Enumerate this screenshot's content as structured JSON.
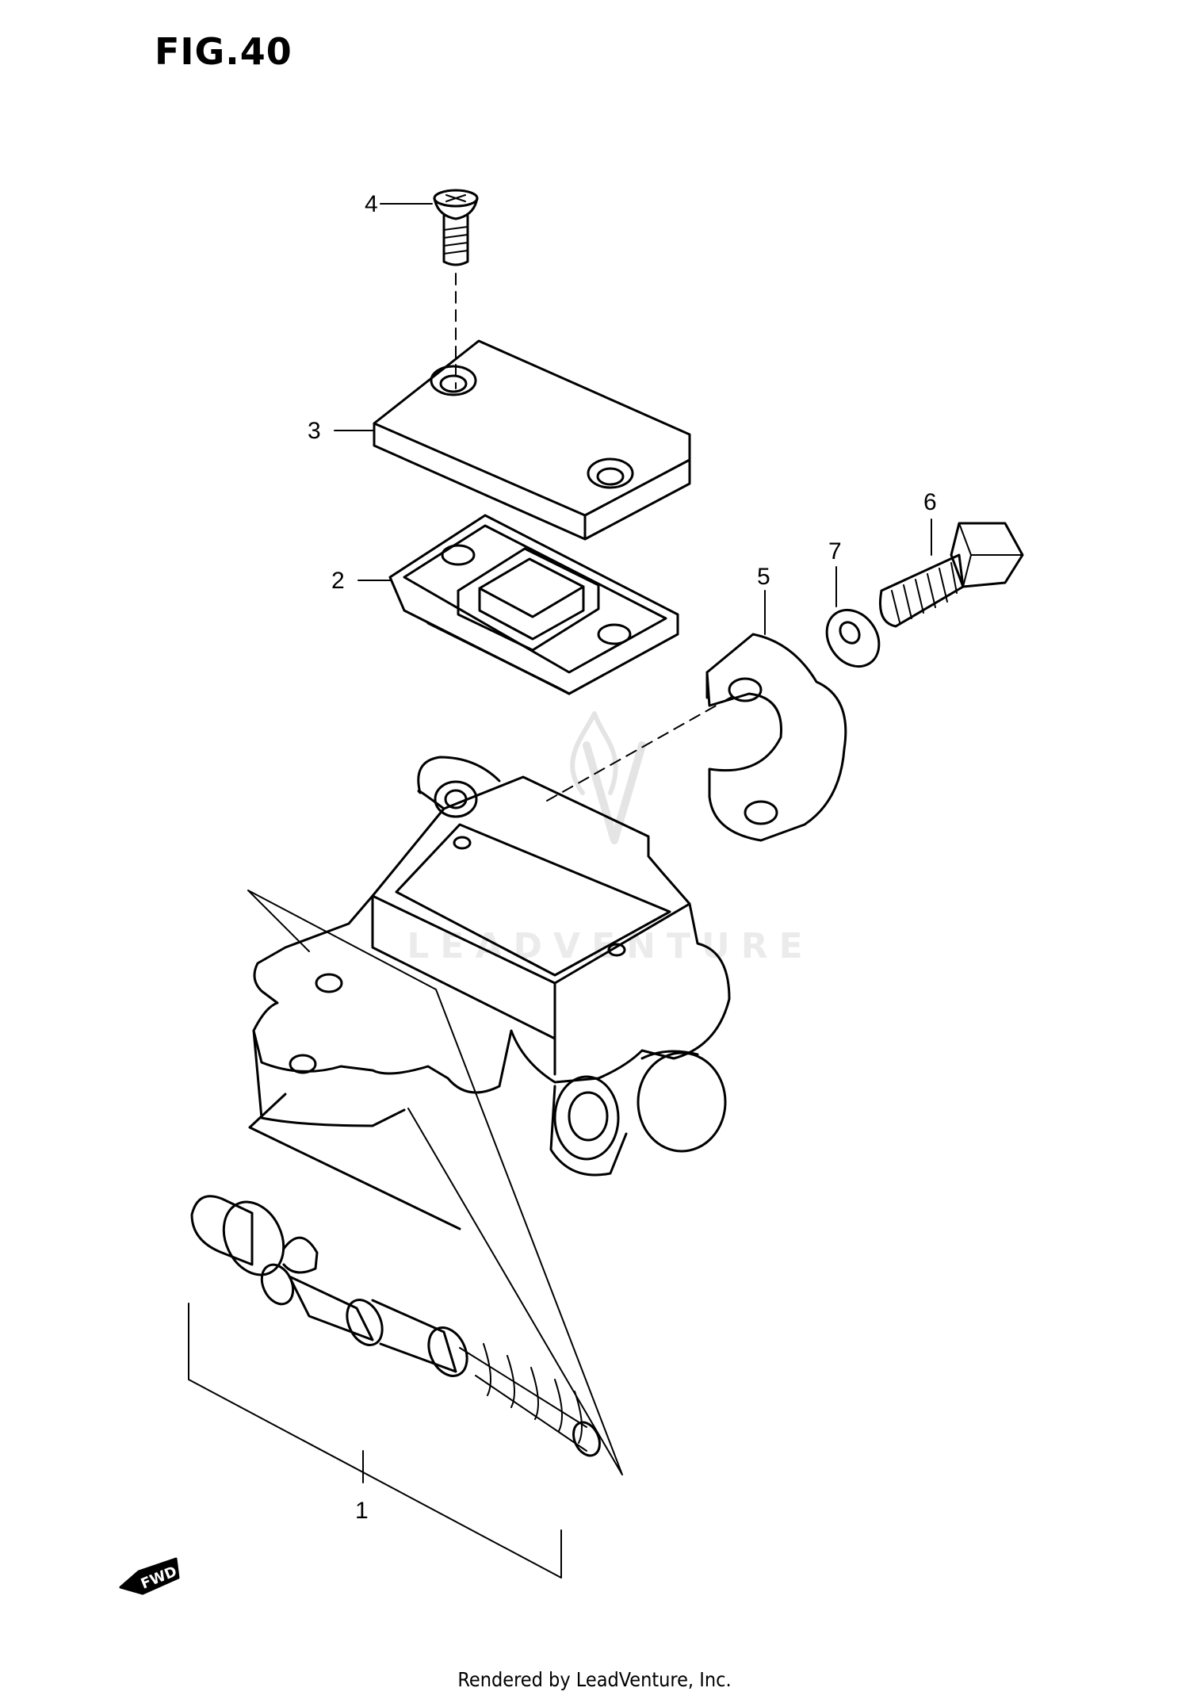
{
  "figure": {
    "title": "FIG.40"
  },
  "callouts": [
    {
      "id": "1",
      "label": "1"
    },
    {
      "id": "2",
      "label": "2"
    },
    {
      "id": "3",
      "label": "3"
    },
    {
      "id": "4",
      "label": "4"
    },
    {
      "id": "5",
      "label": "5"
    },
    {
      "id": "6",
      "label": "6"
    },
    {
      "id": "7",
      "label": "7"
    }
  ],
  "direction_tag": {
    "label": "FWD"
  },
  "watermark": {
    "text": "LEADVENTURE"
  },
  "footer": {
    "text": "Rendered by LeadVenture, Inc."
  }
}
